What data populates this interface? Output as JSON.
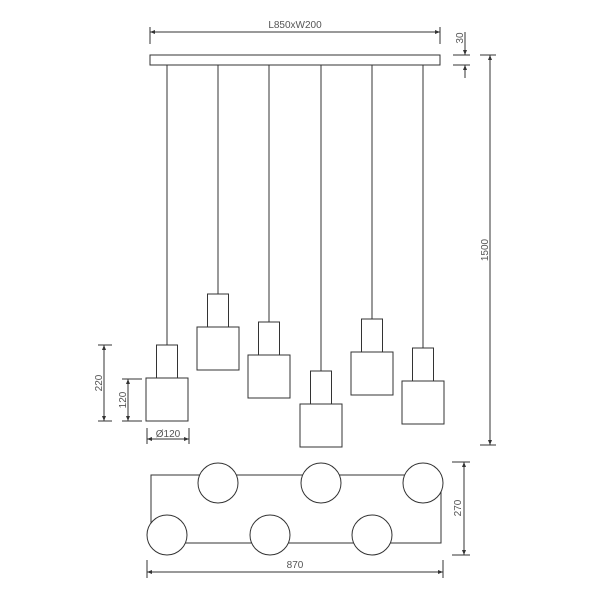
{
  "dimensions": {
    "canopy": "L850xW200",
    "canopy_height": "30",
    "total_height": "1500",
    "shade_height_total": "220",
    "shade_height_lower": "120",
    "shade_diameter": "Ø120",
    "plan_width": "870",
    "plan_depth": "270"
  },
  "pendant_count": 6,
  "colors": {
    "line": "#333333",
    "text": "#555555"
  }
}
